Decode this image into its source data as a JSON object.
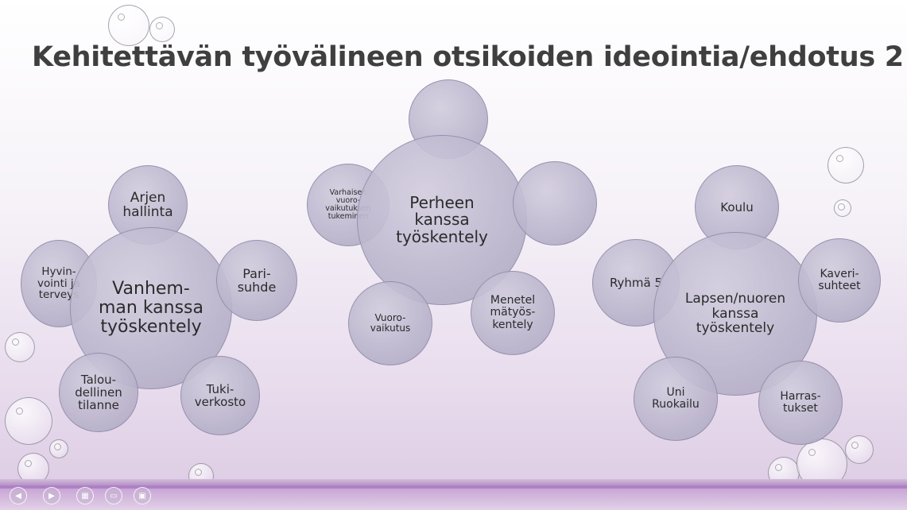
{
  "slide": {
    "title": "Kehitettävän työvälineen otsikoiden ideointia/ehdotus 2"
  },
  "clusters": [
    {
      "name": "vanhemman",
      "center": "Vanhem-\nman kanssa\ntyöskentely",
      "satellites": [
        "Arjen\nhallinta",
        "Pari-\nsuhde",
        "Tuki-\nverkosto",
        "Talou-\ndellinen\ntilanne",
        "Hyvin-\nvointi ja\nterveys"
      ]
    },
    {
      "name": "perheen",
      "center": "Perheen\nkanssa\ntyöskentely",
      "satellites": [
        "",
        "",
        "Menetel\nmätyös-\nkentely",
        "Vuoro-\nvaikutus",
        "Varhaisen\nvuoro-\nvaikutuksen\ntukeminen"
      ]
    },
    {
      "name": "lapsen",
      "center": "Lapsen/nuoren\nkanssa\ntyöskentely",
      "satellites": [
        "Koulu",
        "Kaveri-\nsuhteet",
        "Harras-\ntukset",
        "Uni\nRuokailu",
        "Ryhmä 5"
      ]
    }
  ],
  "navigation": {
    "icons": [
      "previous-icon",
      "next-icon",
      "slide-menu-icon",
      "notes-icon",
      "display-icon"
    ],
    "glyphs": [
      "◀",
      "▶",
      "▦",
      "▭",
      "▣"
    ]
  },
  "colors": {
    "bubble_fill": "#b7b2c9",
    "bubble_border": "#8780a0",
    "title_text": "#3f3f3f",
    "band": "#b996c8"
  }
}
